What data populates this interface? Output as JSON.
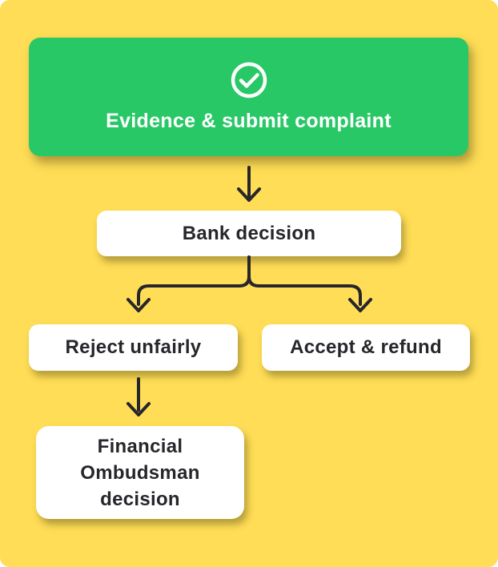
{
  "colors": {
    "bg": "#FFDD56",
    "green": "#29C867",
    "box": "#FFFFFF",
    "ink": "#26262B",
    "title": "#FFFFFF"
  },
  "icons": {
    "start_icon": "check-circle-icon",
    "connector_1": "arrow-down-icon",
    "connector_fork": "branch-split-arrows-icon",
    "connector_2": "arrow-down-icon"
  },
  "flowchart": {
    "start": {
      "label": "Evidence & submit complaint"
    },
    "bank_decision": {
      "label": "Bank decision"
    },
    "reject": {
      "label": "Reject unfairly"
    },
    "accept": {
      "label": "Accept & refund"
    },
    "ombudsman": {
      "label": "Financial Ombudsman decision",
      "lines": [
        "Financial",
        "Ombudsman",
        "decision"
      ]
    }
  }
}
